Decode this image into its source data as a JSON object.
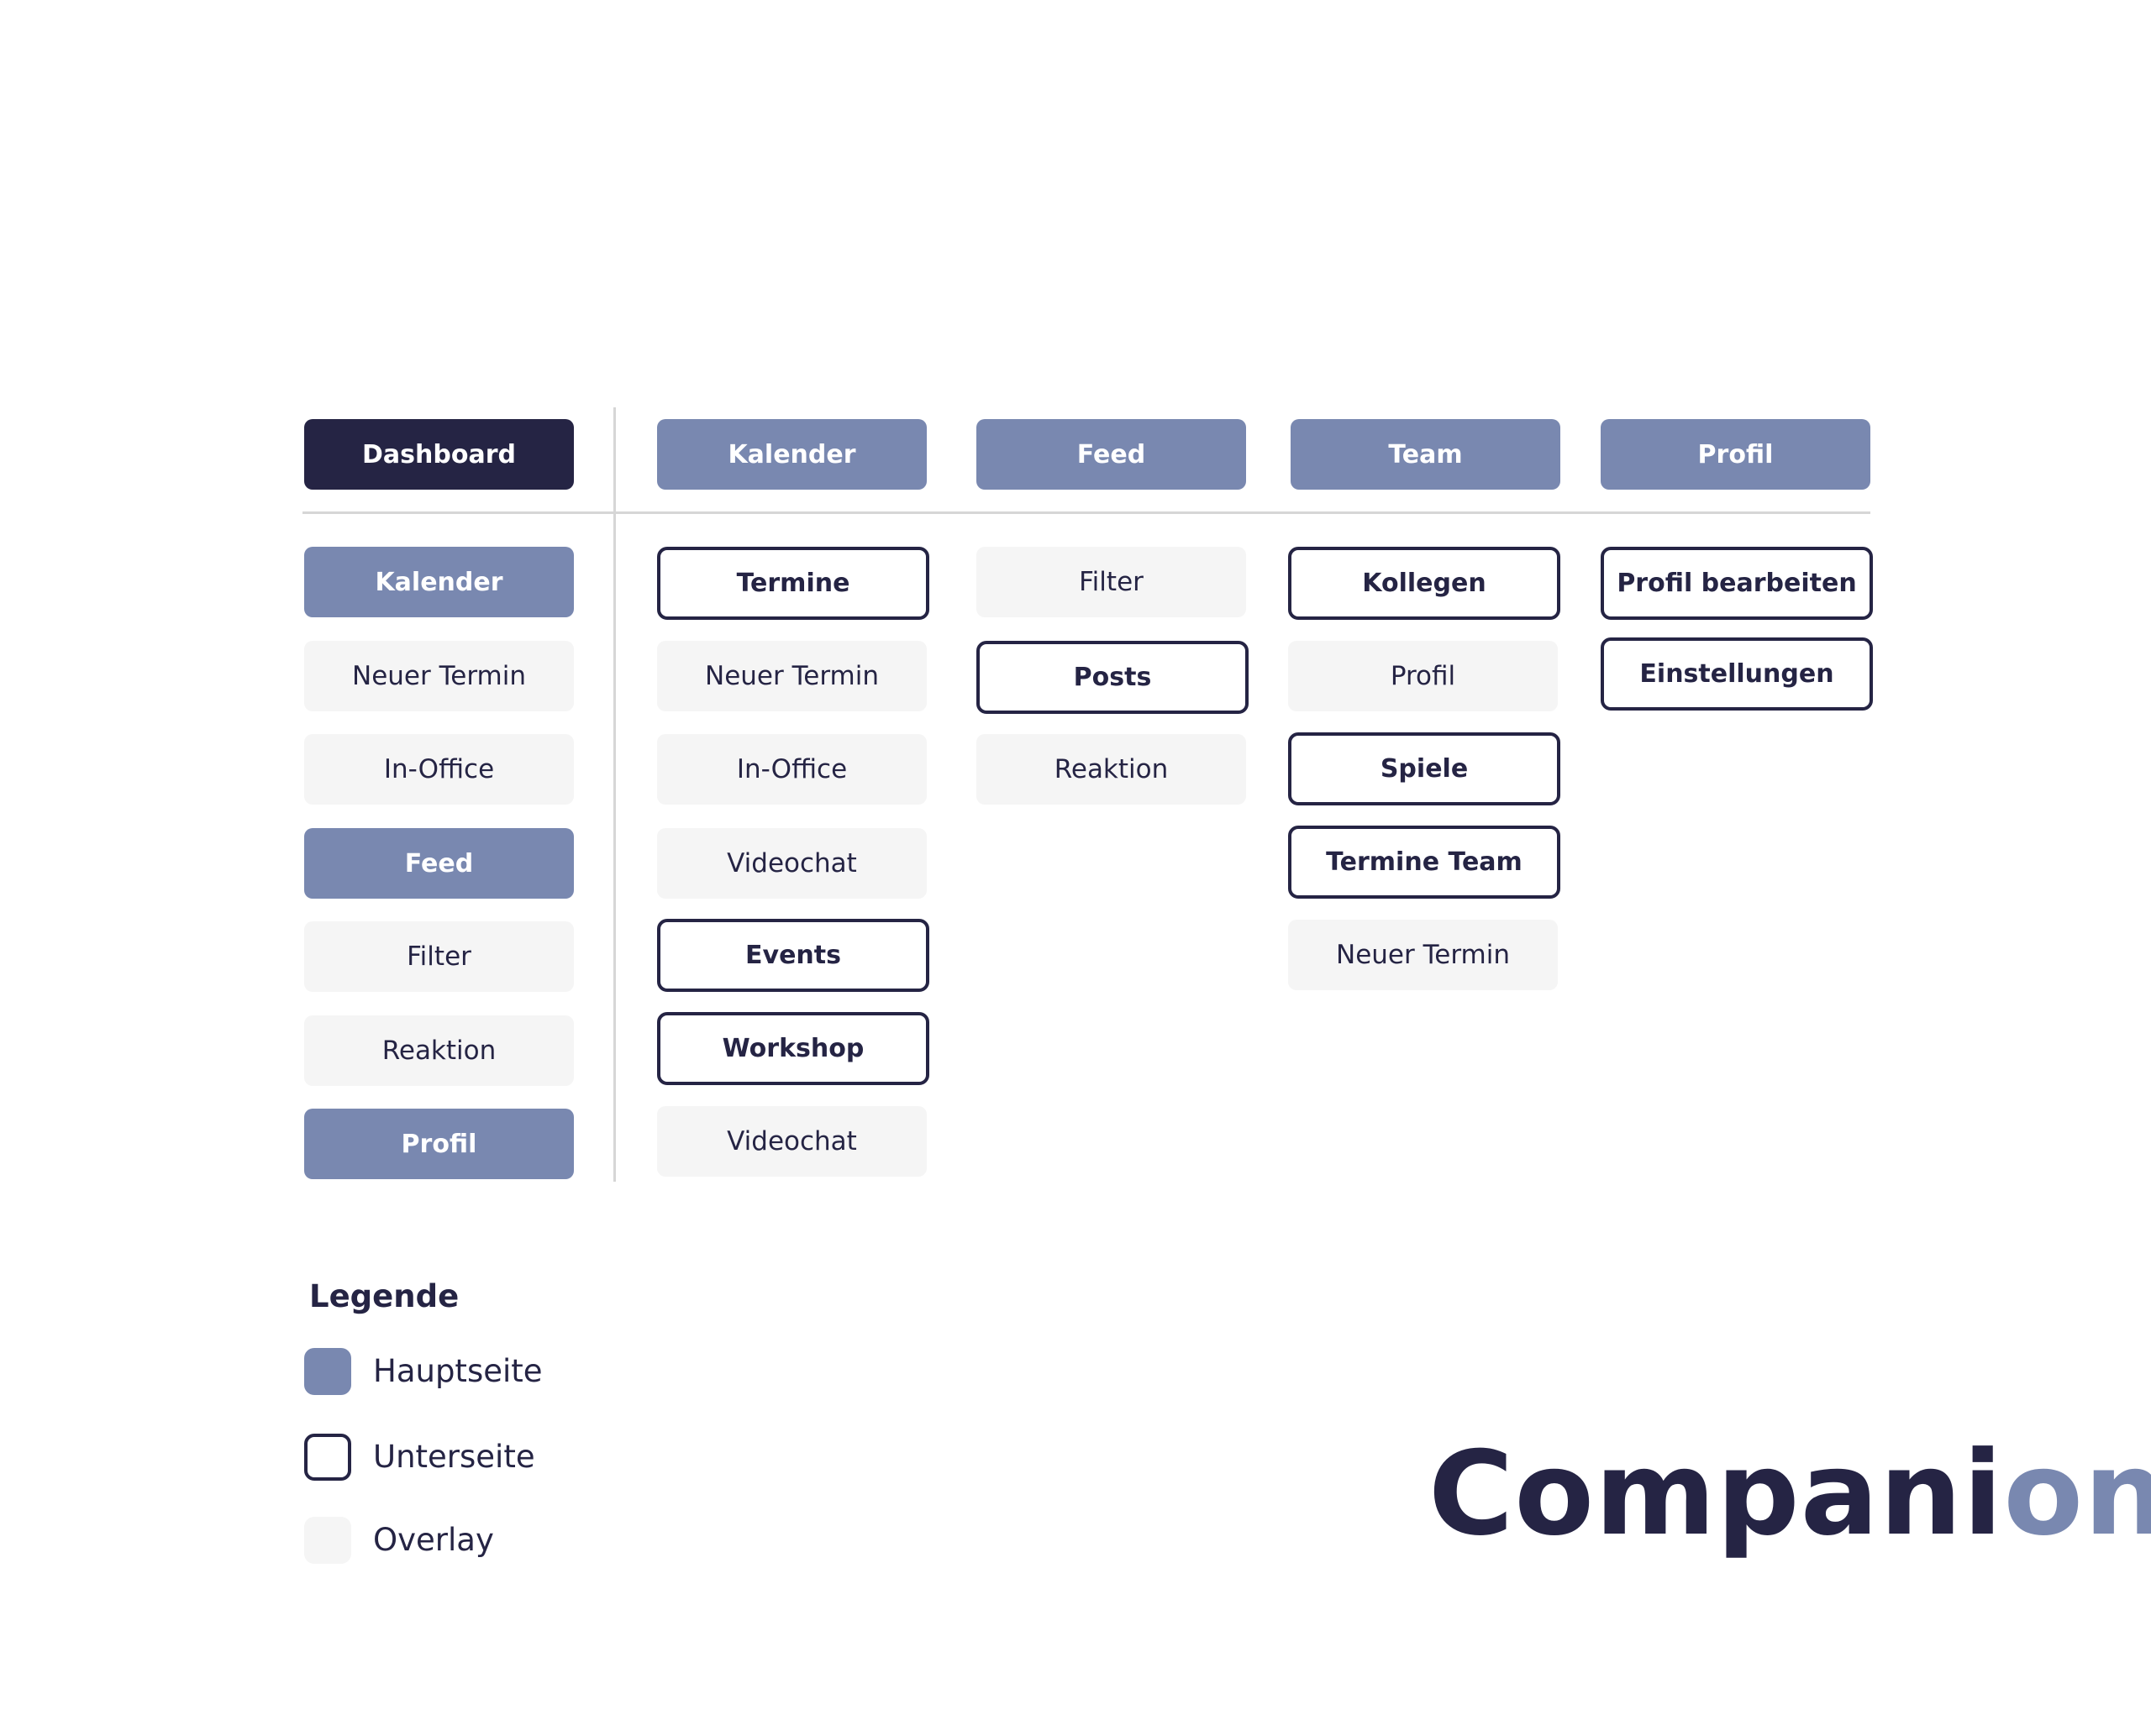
{
  "header": {
    "dashboard": "Dashboard",
    "kalender": "Kalender",
    "feed": "Feed",
    "team": "Team",
    "profil": "Profil"
  },
  "dashboard_column": {
    "kalender": "Kalender",
    "neuer_termin": "Neuer Termin",
    "in_office": "In-Office",
    "feed": "Feed",
    "filter": "Filter",
    "reaktion": "Reaktion",
    "profil": "Profil"
  },
  "kalender_column": {
    "termine": "Termine",
    "neuer_termin": "Neuer Termin",
    "in_office": "In-Office",
    "videochat_1": "Videochat",
    "events": "Events",
    "workshop": "Workshop",
    "videochat_2": "Videochat"
  },
  "feed_column": {
    "filter": "Filter",
    "posts": "Posts",
    "reaktion": "Reaktion"
  },
  "team_column": {
    "kollegen": "Kollegen",
    "profil": "Profil",
    "spiele": "Spiele",
    "termine_team": "Termine Team",
    "neuer_termin": "Neuer Termin"
  },
  "profil_column": {
    "profil_bearbeiten": "Profil bearbeiten",
    "einstellungen": "Einstellungen"
  },
  "legend": {
    "title": "Legende",
    "hauptseite": "Hauptseite",
    "unterseite": "Unterseite",
    "overlay": "Overlay"
  },
  "logo": {
    "part1": "Compani",
    "part2": "on"
  },
  "colors": {
    "dark": "#252444",
    "main": "#7988b0",
    "overlay": "#f5f5f5",
    "divider": "#d6d6d6"
  }
}
